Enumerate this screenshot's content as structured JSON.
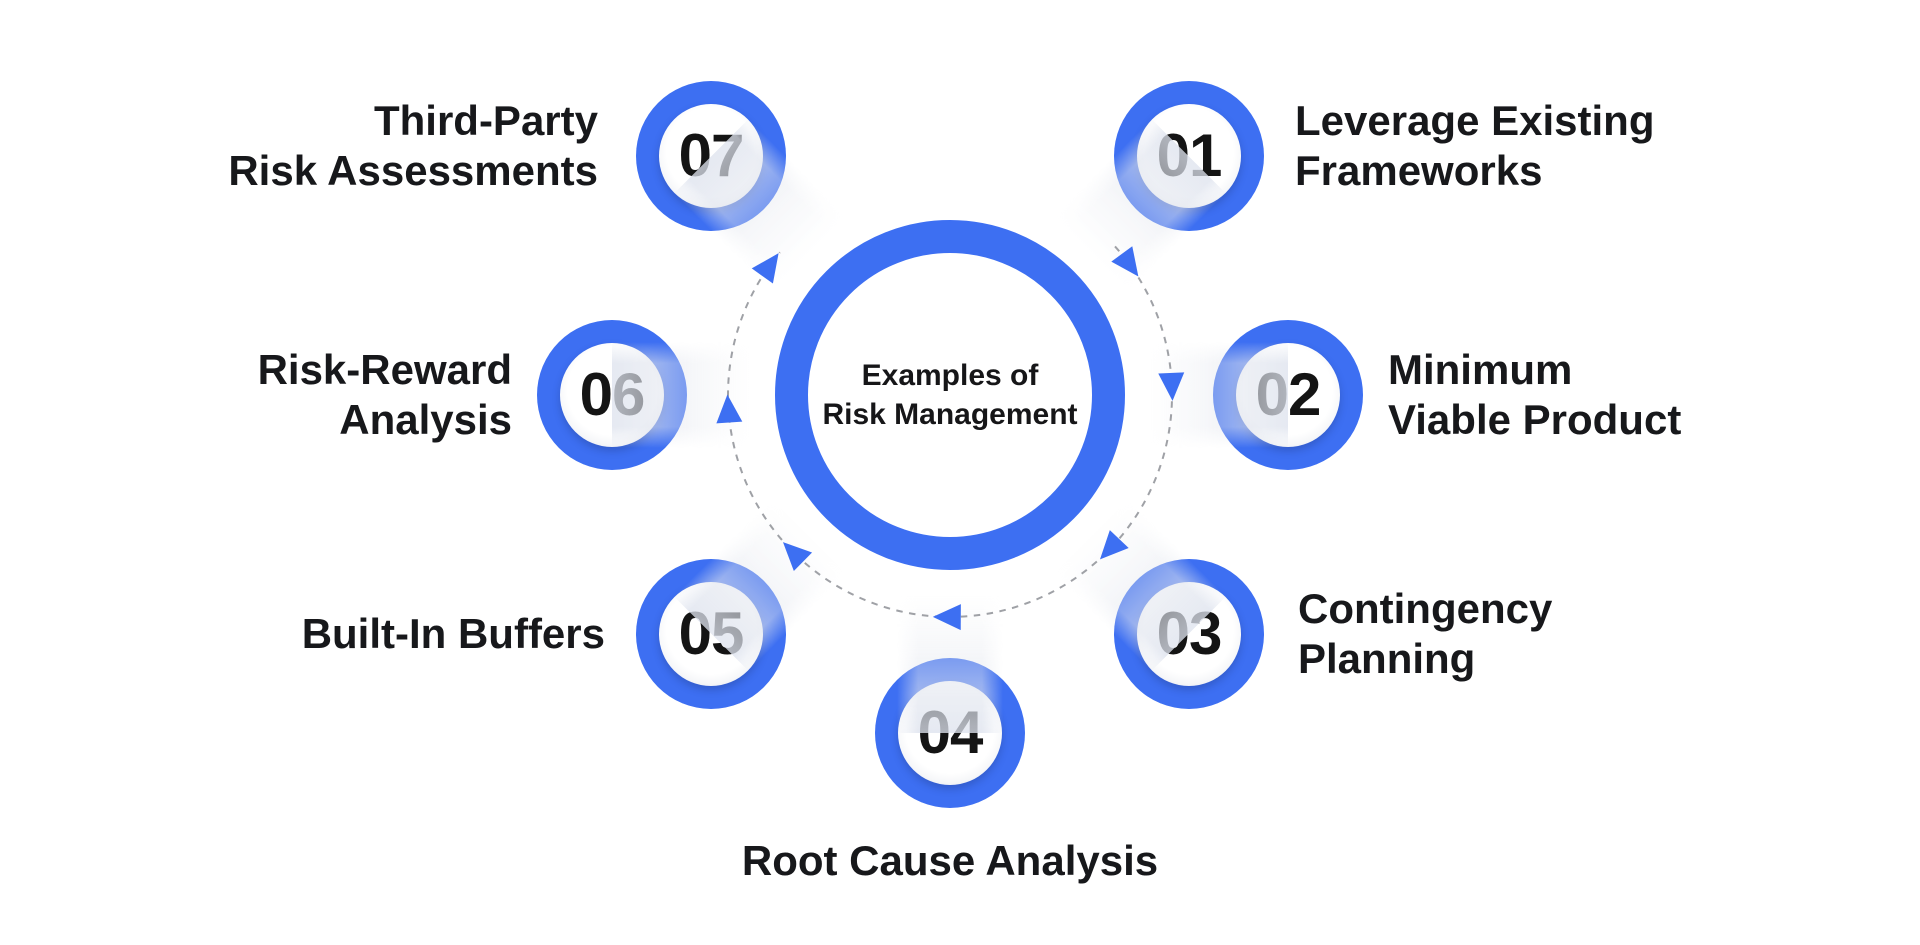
{
  "title": "Examples of Risk Management",
  "colors": {
    "accent": "#3d6ff2",
    "text": "#17181b",
    "dash": "#9fa1a6"
  },
  "center": {
    "line1": "Examples of",
    "line2": "Risk Management"
  },
  "nodes": [
    {
      "number": "01",
      "label_line1": "Leverage Existing",
      "label_line2": "Frameworks"
    },
    {
      "number": "02",
      "label_line1": "Minimum",
      "label_line2": "Viable Product"
    },
    {
      "number": "03",
      "label_line1": "Contingency",
      "label_line2": "Planning"
    },
    {
      "number": "04",
      "label_line1": "Root Cause Analysis",
      "label_line2": ""
    },
    {
      "number": "05",
      "label_line1": "Built-In Buffers",
      "label_line2": ""
    },
    {
      "number": "06",
      "label_line1": "Risk-Reward",
      "label_line2": "Analysis"
    },
    {
      "number": "07",
      "label_line1": "Third-Party",
      "label_line2": "Risk Assessments"
    }
  ]
}
